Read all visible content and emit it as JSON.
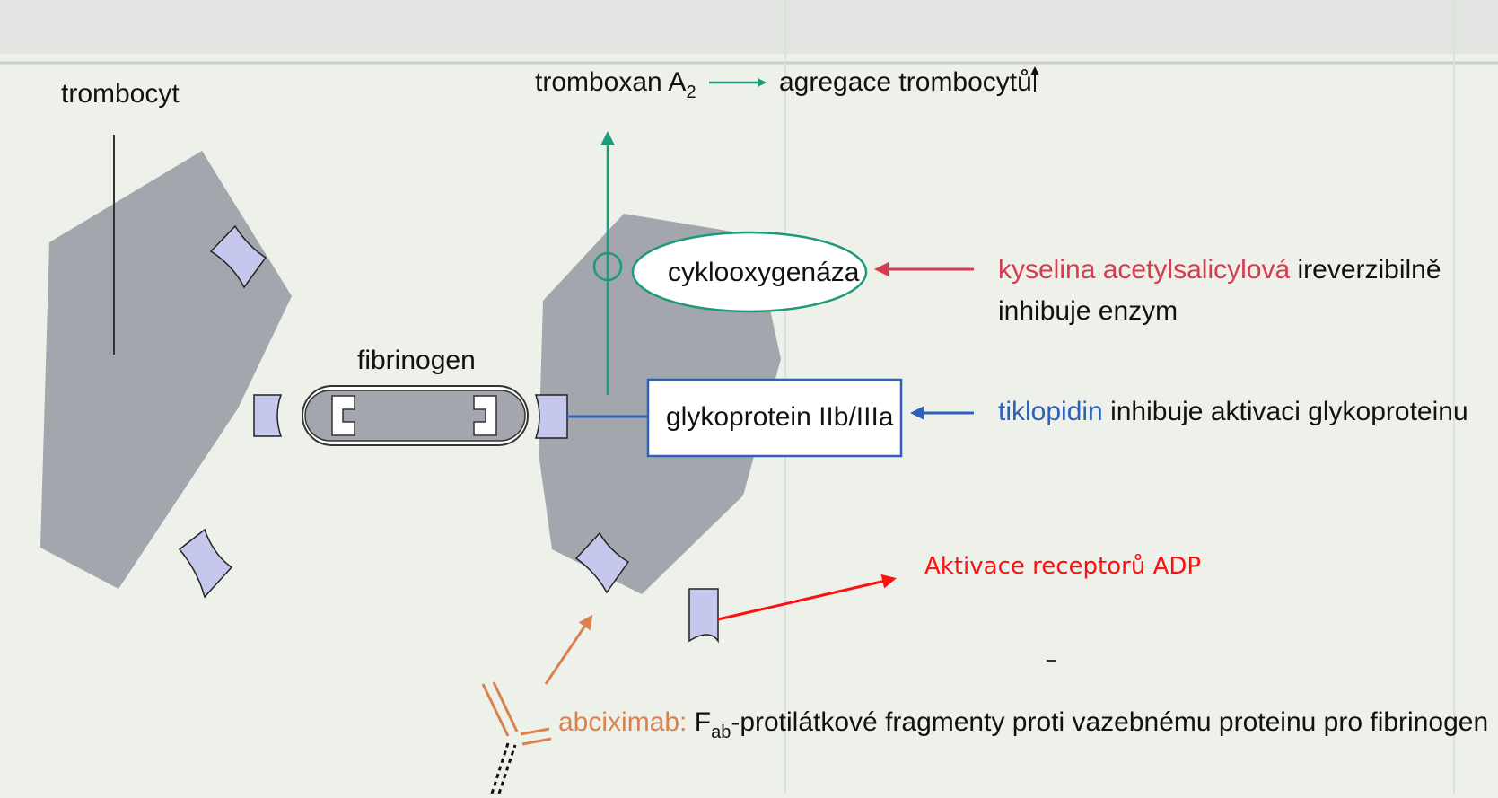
{
  "labels": {
    "trombocyt": "trombocyt",
    "tromboxan": "tromboxan A",
    "tromboxan_sub": "2",
    "agregace": "agregace trombocytů",
    "cyklooxygenaza": "cyklooxygenáza",
    "fibrinogen": "fibrinogen",
    "glykoprotein": "glykoprotein IIb/IIIa",
    "asa_name": "kyselina acetylsalicylová",
    "asa_rest": "ireverzibilně",
    "asa_line2": "inhibuje enzym",
    "tiklopidin_name": "tiklopidin",
    "tiklopidin_rest": "inhibuje aktivaci glykoproteinu",
    "abciximab_name": "abciximab:",
    "abciximab_F": "F",
    "abciximab_sub": "ab",
    "abciximab_rest": "-protilátkové fragmenty proti vazebnému proteinu pro fibrinogen",
    "annotation": "Aktivace receptorů ADP"
  },
  "colors": {
    "platelet": "#a3a6ad",
    "receptor": "#c5c8ec",
    "green": "#1d9a78",
    "red_arrow": "#d63b4f",
    "blue_line": "#2d62b8",
    "orange": "#d9824e",
    "annotation_red": "#ff1010"
  }
}
